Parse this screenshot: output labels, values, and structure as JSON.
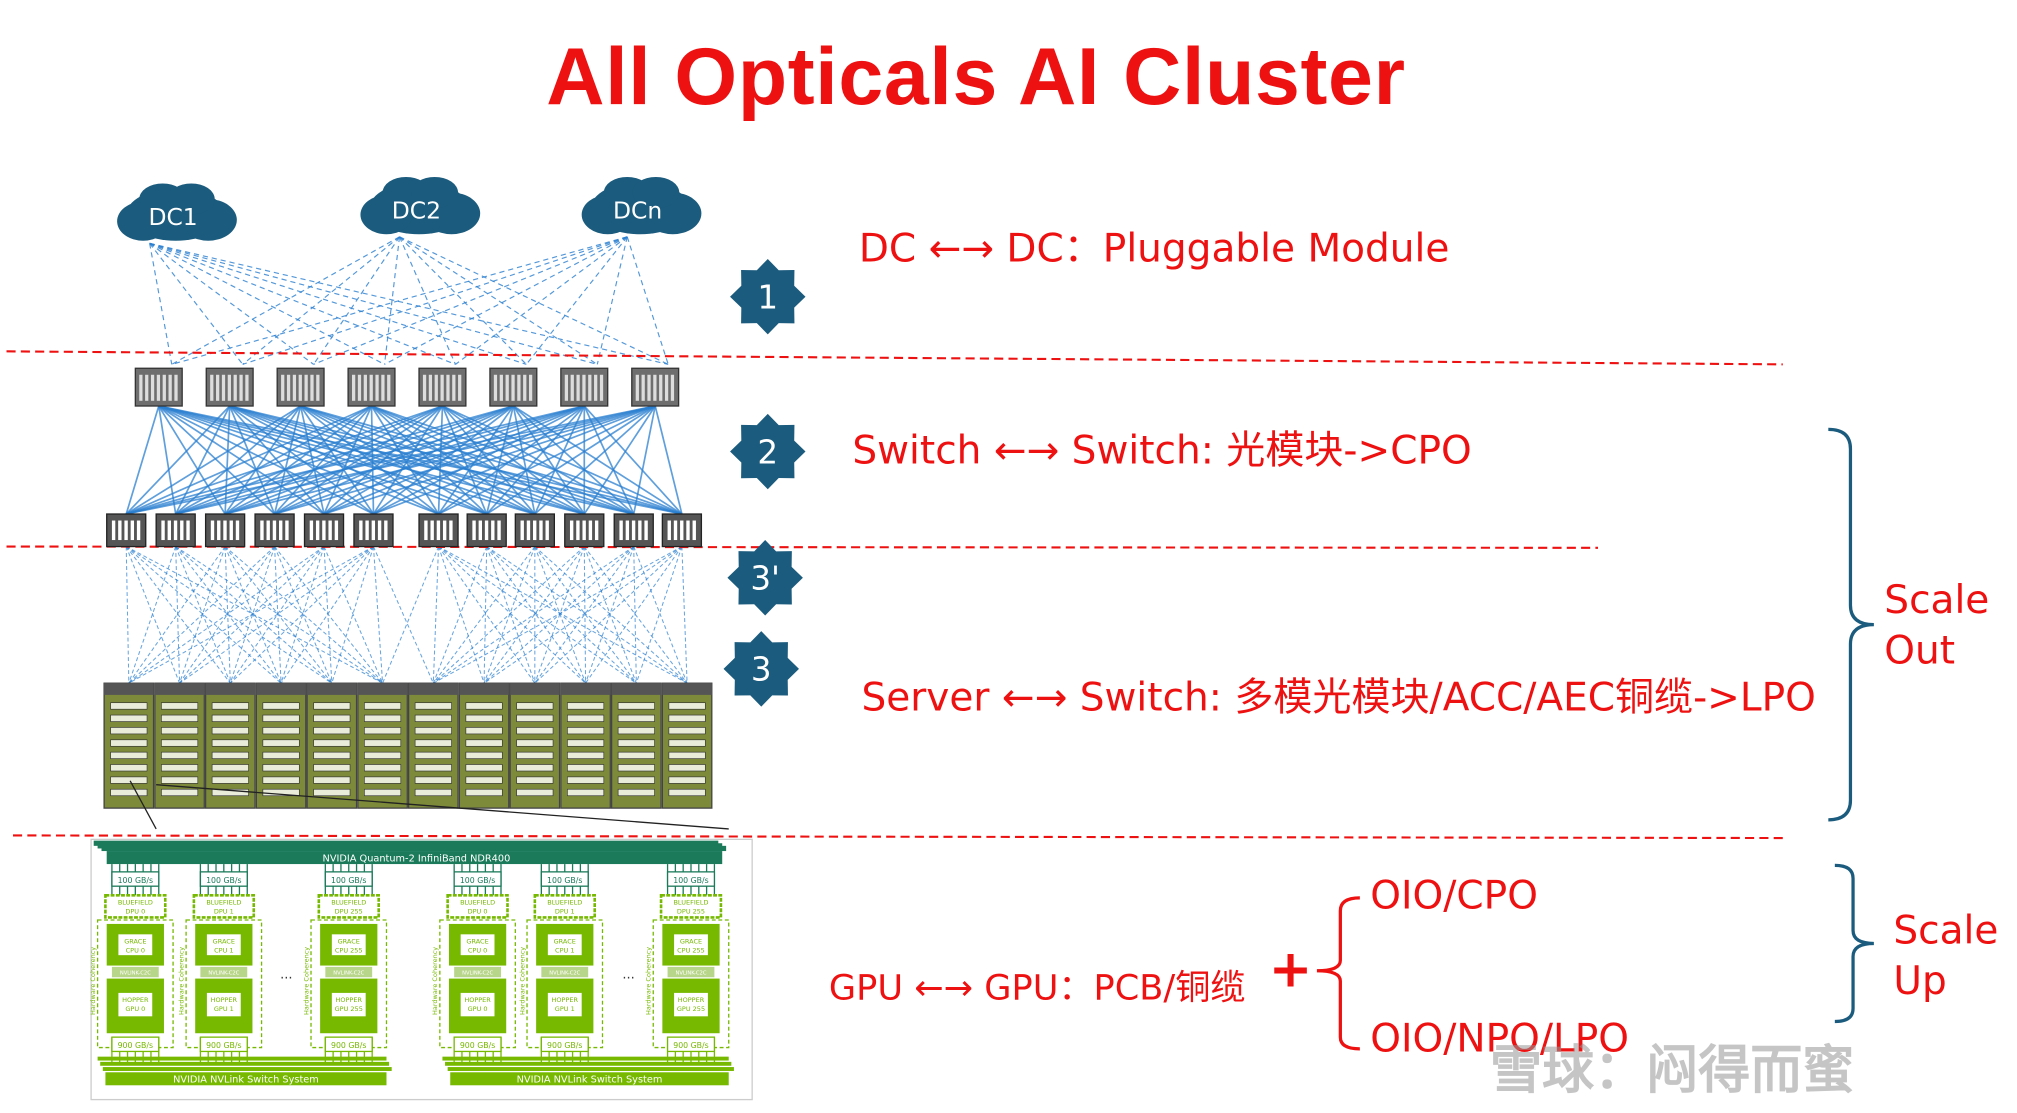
{
  "title": "All  Opticals AI Cluster",
  "datacenters": [
    "DC1",
    "DC2",
    "DCn"
  ],
  "badges": [
    "1",
    "2",
    "3'",
    "3"
  ],
  "links": {
    "dc_dc": "DC ←→ DC：Pluggable Module",
    "switch_switch": "Switch ←→ Switch:  光模块->CPO",
    "server_switch": "Server ←→ Switch: 多模光模块/ACC/AEC铜缆->LPO",
    "gpu_gpu": "GPU ←→ GPU：PCB/铜缆",
    "plus": "+"
  },
  "gpu_options": [
    "OIO/CPO",
    "OIO/NPO/LPO"
  ],
  "scale_out": [
    "Scale",
    "Out"
  ],
  "scale_up": [
    "Scale",
    "Up"
  ],
  "watermark": "雪球：闷得而蜜",
  "nvidia": {
    "quantum": "NVIDIA Quantum-2 InfiniBand NDR400",
    "nvlink": [
      "NVIDIA NVLink Switch System",
      "NVIDIA NVLink Switch System"
    ],
    "bw_top": "100 GB/s",
    "bw_bottom": "900 GB/s",
    "c2c": "NVLINK-C2C",
    "coherency": "Hardware Coherency",
    "ellipsis": "...",
    "nodes": [
      {
        "dpu": [
          "BLUEFIELD",
          "DPU 0"
        ],
        "cpu": [
          "GRACE",
          "CPU 0"
        ],
        "gpu": [
          "HOPPER",
          "GPU 0"
        ]
      },
      {
        "dpu": [
          "BLUEFIELD",
          "DPU 1"
        ],
        "cpu": [
          "GRACE",
          "CPU 1"
        ],
        "gpu": [
          "HOPPER",
          "GPU 1"
        ]
      },
      {
        "dpu": [
          "BLUEFIELD",
          "DPU 255"
        ],
        "cpu": [
          "GRACE",
          "CPU 255"
        ],
        "gpu": [
          "HOPPER",
          "GPU 255"
        ]
      },
      {
        "dpu": [
          "BLUEFIELD",
          "DPU 0"
        ],
        "cpu": [
          "GRACE",
          "CPU 0"
        ],
        "gpu": [
          "HOPPER",
          "GPU 0"
        ]
      },
      {
        "dpu": [
          "BLUEFIELD",
          "DPU 1"
        ],
        "cpu": [
          "GRACE",
          "CPU 1"
        ],
        "gpu": [
          "HOPPER",
          "GPU 1"
        ]
      },
      {
        "dpu": [
          "BLUEFIELD",
          "DPU 255"
        ],
        "cpu": [
          "GRACE",
          "CPU 255"
        ],
        "gpu": [
          "HOPPER",
          "GPU 255"
        ]
      }
    ]
  },
  "colors": {
    "red": "#ee1111",
    "badge": "#1b5b7d",
    "mesh": "#2a7fd0",
    "green": "#76b900",
    "teal": "#1a7a5a",
    "server": "#7d8a3a"
  }
}
